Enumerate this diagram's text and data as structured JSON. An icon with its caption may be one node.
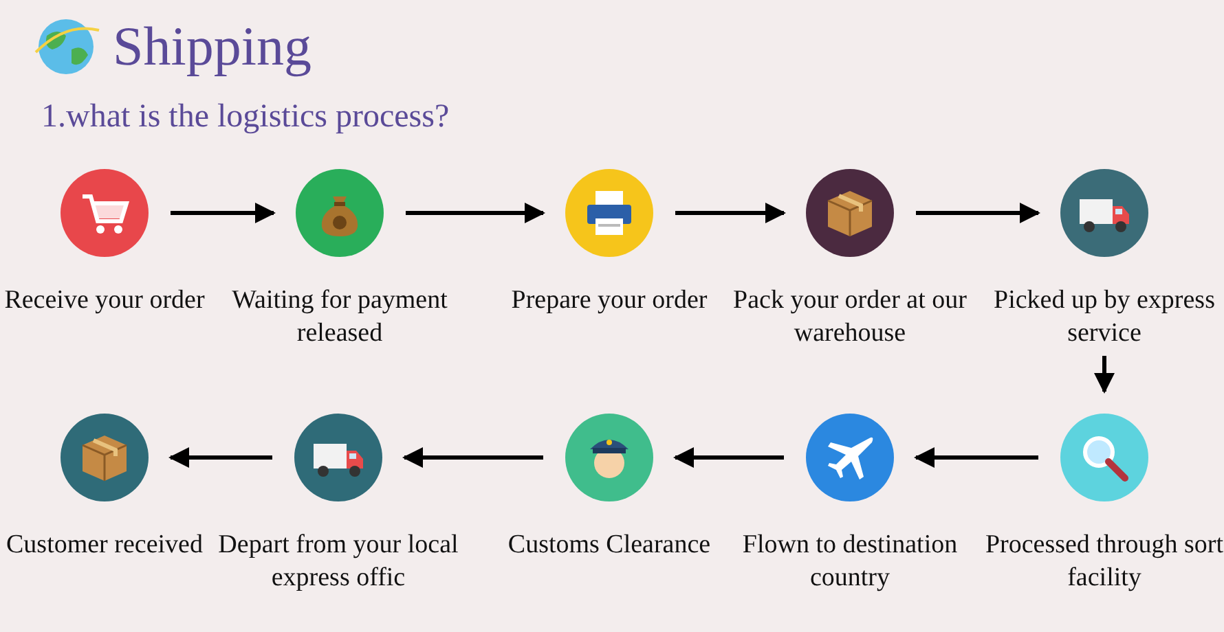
{
  "diagram": {
    "title": "Shipping",
    "nodes": [
      {
        "text": [
          "Receive your order"
        ]
      },
      {
        "text": [
          "Waiting for payment released"
        ]
      },
      {
        "text": [
          "Prepare your order"
        ]
      },
      {
        "text": [
          "Pack your order at our warehouse"
        ]
      },
      {
        "text": [
          "Picked up by express service"
        ]
      },
      {
        "text": [
          "Processed through sort facility"
        ]
      },
      {
        "text": [
          "Flown to destination country"
        ]
      },
      {
        "text": [
          "Customs Clearance"
        ]
      },
      {
        "text": [
          "Depart from your local express offic"
        ]
      },
      {
        "text": [
          "Customer received"
        ]
      }
    ],
    "edges": [
      {
        "from": 0,
        "to": 1,
        "arrow": "to"
      },
      {
        "from": 1,
        "to": 2,
        "arrow": "to"
      },
      {
        "from": 2,
        "to": 3,
        "arrow": "to"
      },
      {
        "from": 3,
        "to": 4,
        "arrow": "to"
      },
      {
        "from": 4,
        "to": 5,
        "arrow": "to"
      },
      {
        "from": 5,
        "to": 6,
        "arrow": "to"
      },
      {
        "from": 6,
        "to": 7,
        "arrow": "to"
      },
      {
        "from": 7,
        "to": 8,
        "arrow": "to"
      },
      {
        "from": 8,
        "to": 9,
        "arrow": "to"
      }
    ],
    "labels": [
      "1.what is the logistics process?"
    ]
  }
}
